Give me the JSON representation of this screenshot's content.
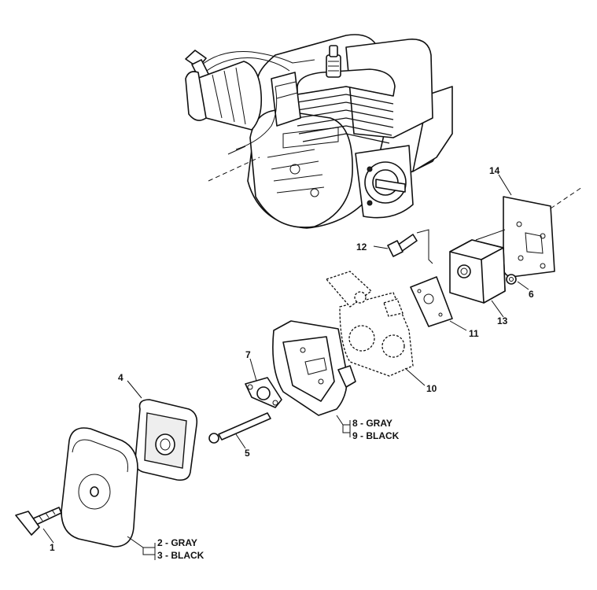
{
  "labels": {
    "p1": "1",
    "p2": "2 - GRAY",
    "p3": "3 - BLACK",
    "p4": "4",
    "p5": "5",
    "p6": "6",
    "p7": "7",
    "p8": "8 - GRAY",
    "p9": "9 - BLACK",
    "p10": "10",
    "p11": "11",
    "p12": "12",
    "p13": "13",
    "p14": "14"
  }
}
